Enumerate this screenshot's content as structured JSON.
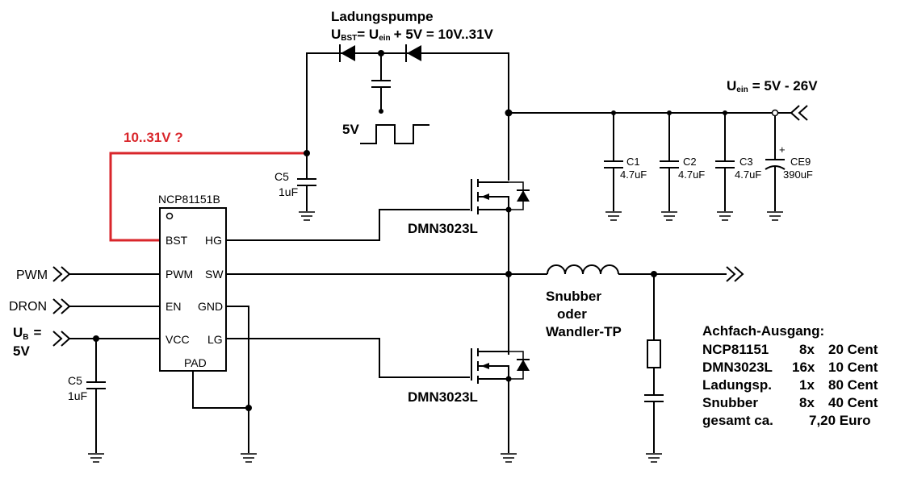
{
  "charge_pump": {
    "title": "Ladungspumpe",
    "formula_u": "U",
    "formula_sub1": "BST",
    "formula_mid": "= U",
    "formula_sub2": "ein",
    "formula_rest": "+ 5V  = 10V..31V",
    "square_wave_label": "5V"
  },
  "input": {
    "u": "U",
    "sub": "ein",
    "range": "= 5V - 26V"
  },
  "bst_note": "10..31V ?",
  "ic": {
    "name": "NCP81151B",
    "pins_left": [
      "BST",
      "PWM",
      "EN",
      "VCC"
    ],
    "pins_right": [
      "HG",
      "SW",
      "GND",
      "LG"
    ],
    "pin_bottom": "PAD"
  },
  "signals": {
    "pwm": "PWM",
    "dron": "DRON",
    "ub": "U",
    "ub_sub": "B",
    "ub_eq": "=",
    "ub_value": "5V"
  },
  "capacitors": {
    "c5_top_name": "C5",
    "c5_top_value": "1uF",
    "c5_bottom_name": "C5",
    "c5_bottom_value": "1uF",
    "c1_name": "C1",
    "c1_value": "4.7uF",
    "c2_name": "C2",
    "c2_value": "4.7uF",
    "c3_name": "C3",
    "c3_value": "4.7uF",
    "ce9_name": "CE9",
    "ce9_value": "390uF",
    "polarity": "+"
  },
  "mosfets": {
    "high_side": "DMN3023L",
    "low_side": "DMN3023L"
  },
  "snubber": {
    "line1": "Snubber",
    "line2": "oder",
    "line3": "Wandler-TP"
  },
  "bom": {
    "title": "Achfach-Ausgang:",
    "rows": [
      {
        "part": "NCP81151",
        "qty": "8x",
        "price": "20 Cent"
      },
      {
        "part": "DMN3023L",
        "qty": "16x",
        "price": "10 Cent"
      },
      {
        "part": "Ladungsp.",
        "qty": "1x",
        "price": "80 Cent"
      },
      {
        "part": "Snubber",
        "qty": "8x",
        "price": "40 Cent"
      },
      {
        "part": "gesamt ca.",
        "qty": "",
        "price": "7,20 Euro"
      }
    ]
  }
}
